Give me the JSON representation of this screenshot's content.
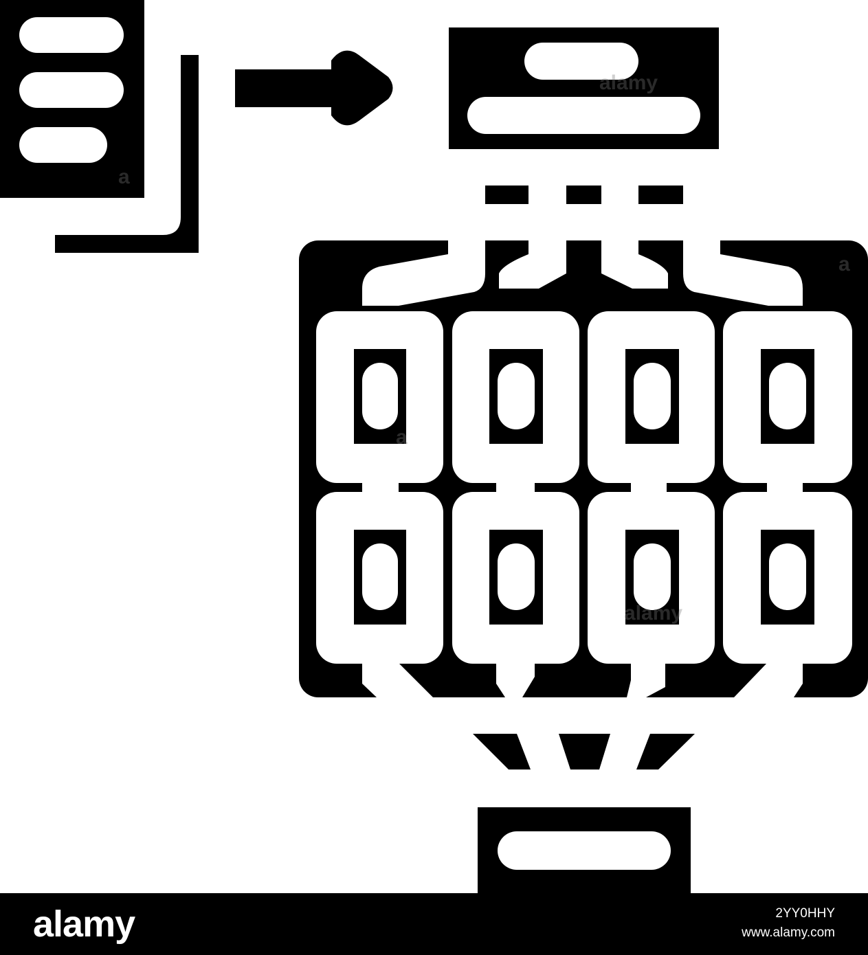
{
  "icon": {
    "name": "neural-network-process-glyph-icon",
    "fill": "#000000",
    "background": "#ffffff"
  },
  "watermark": {
    "text": "alamy",
    "short": "a"
  },
  "footer": {
    "background": "#000000",
    "text_color": "#ffffff",
    "brand": "alamy",
    "image_id": "2YY0HHY",
    "url": "www.alamy.com"
  }
}
